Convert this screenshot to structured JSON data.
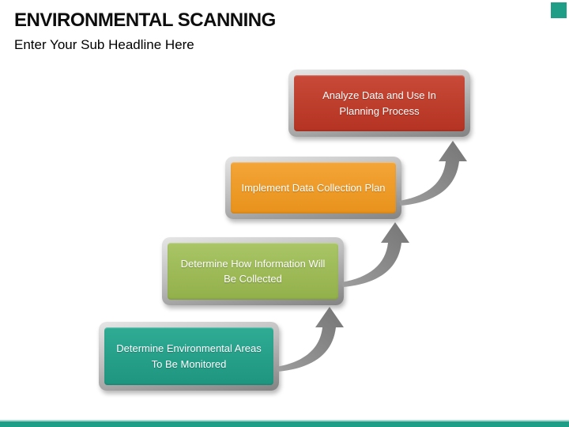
{
  "slide": {
    "title": "ENVIRONMENTAL SCANNING",
    "subtitle": "Enter Your Sub Headline Here",
    "background_color": "#ffffff",
    "accent_color": "#1f9e87"
  },
  "steps": [
    {
      "order": 1,
      "label": "Determine Environmental Areas To Be Monitored",
      "color_top": "#2fab94",
      "color_bottom": "#1e957f"
    },
    {
      "order": 2,
      "label": "Determine How Information Will Be Collected",
      "color_top": "#a9c566",
      "color_bottom": "#92b04a"
    },
    {
      "order": 3,
      "label": "Implement Data Collection Plan",
      "color_top": "#f3a537",
      "color_bottom": "#e8921c"
    },
    {
      "order": 4,
      "label": "Analyze Data and Use In Planning Process",
      "color_top": "#c94a38",
      "color_bottom": "#b43322"
    }
  ],
  "arrows": {
    "count": 3,
    "shape": "curved-swoosh-up-right",
    "color_light": "#9e9e9e",
    "color_dark": "#757575"
  },
  "frame": {
    "color_light": "#e6e6e6",
    "color_dark": "#838383"
  },
  "footer": {
    "bar_color": "#1f9e87",
    "bar_top_line_color": "#a9d6cf"
  },
  "corner_square_color": "#1f9e87"
}
